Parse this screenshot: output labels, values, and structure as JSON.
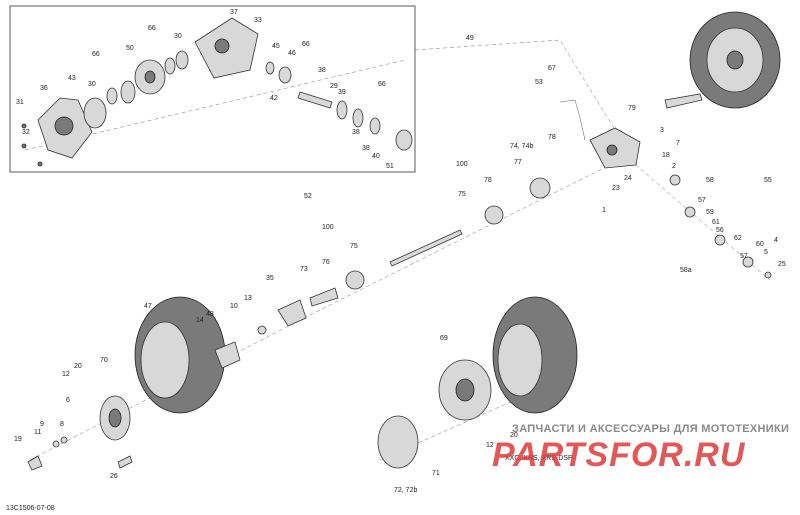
{
  "diagram": {
    "part_code": "13C1506-07-08",
    "variant_note": "XXC, XRS, XRS-DSP",
    "watermark": {
      "caption": "ЗАПЧАСТИ И АКСЕССУАРЫ ДЛЯ МОТОТЕХНИКИ",
      "brand": "PARTSFOR.RU"
    },
    "callouts": [
      "31",
      "32",
      "36",
      "43",
      "66",
      "30",
      "50",
      "66",
      "30",
      "37",
      "33",
      "45",
      "46",
      "66",
      "38",
      "29",
      "42",
      "39",
      "38",
      "66",
      "38",
      "40",
      "51",
      "49",
      "53",
      "67",
      "79",
      "78",
      "74, 74b",
      "3",
      "7",
      "18",
      "2",
      "24",
      "23",
      "1",
      "77",
      "78",
      "100",
      "75",
      "52",
      "100",
      "75",
      "76",
      "73",
      "35",
      "13",
      "10",
      "48",
      "14",
      "47",
      "70",
      "20",
      "12",
      "6",
      "8",
      "9",
      "11",
      "19",
      "26",
      "58",
      "57",
      "59",
      "61",
      "56",
      "62",
      "57",
      "58a",
      "60",
      "4",
      "25",
      "5",
      "55",
      "69",
      "12",
      "20",
      "71",
      "72, 72b"
    ]
  }
}
